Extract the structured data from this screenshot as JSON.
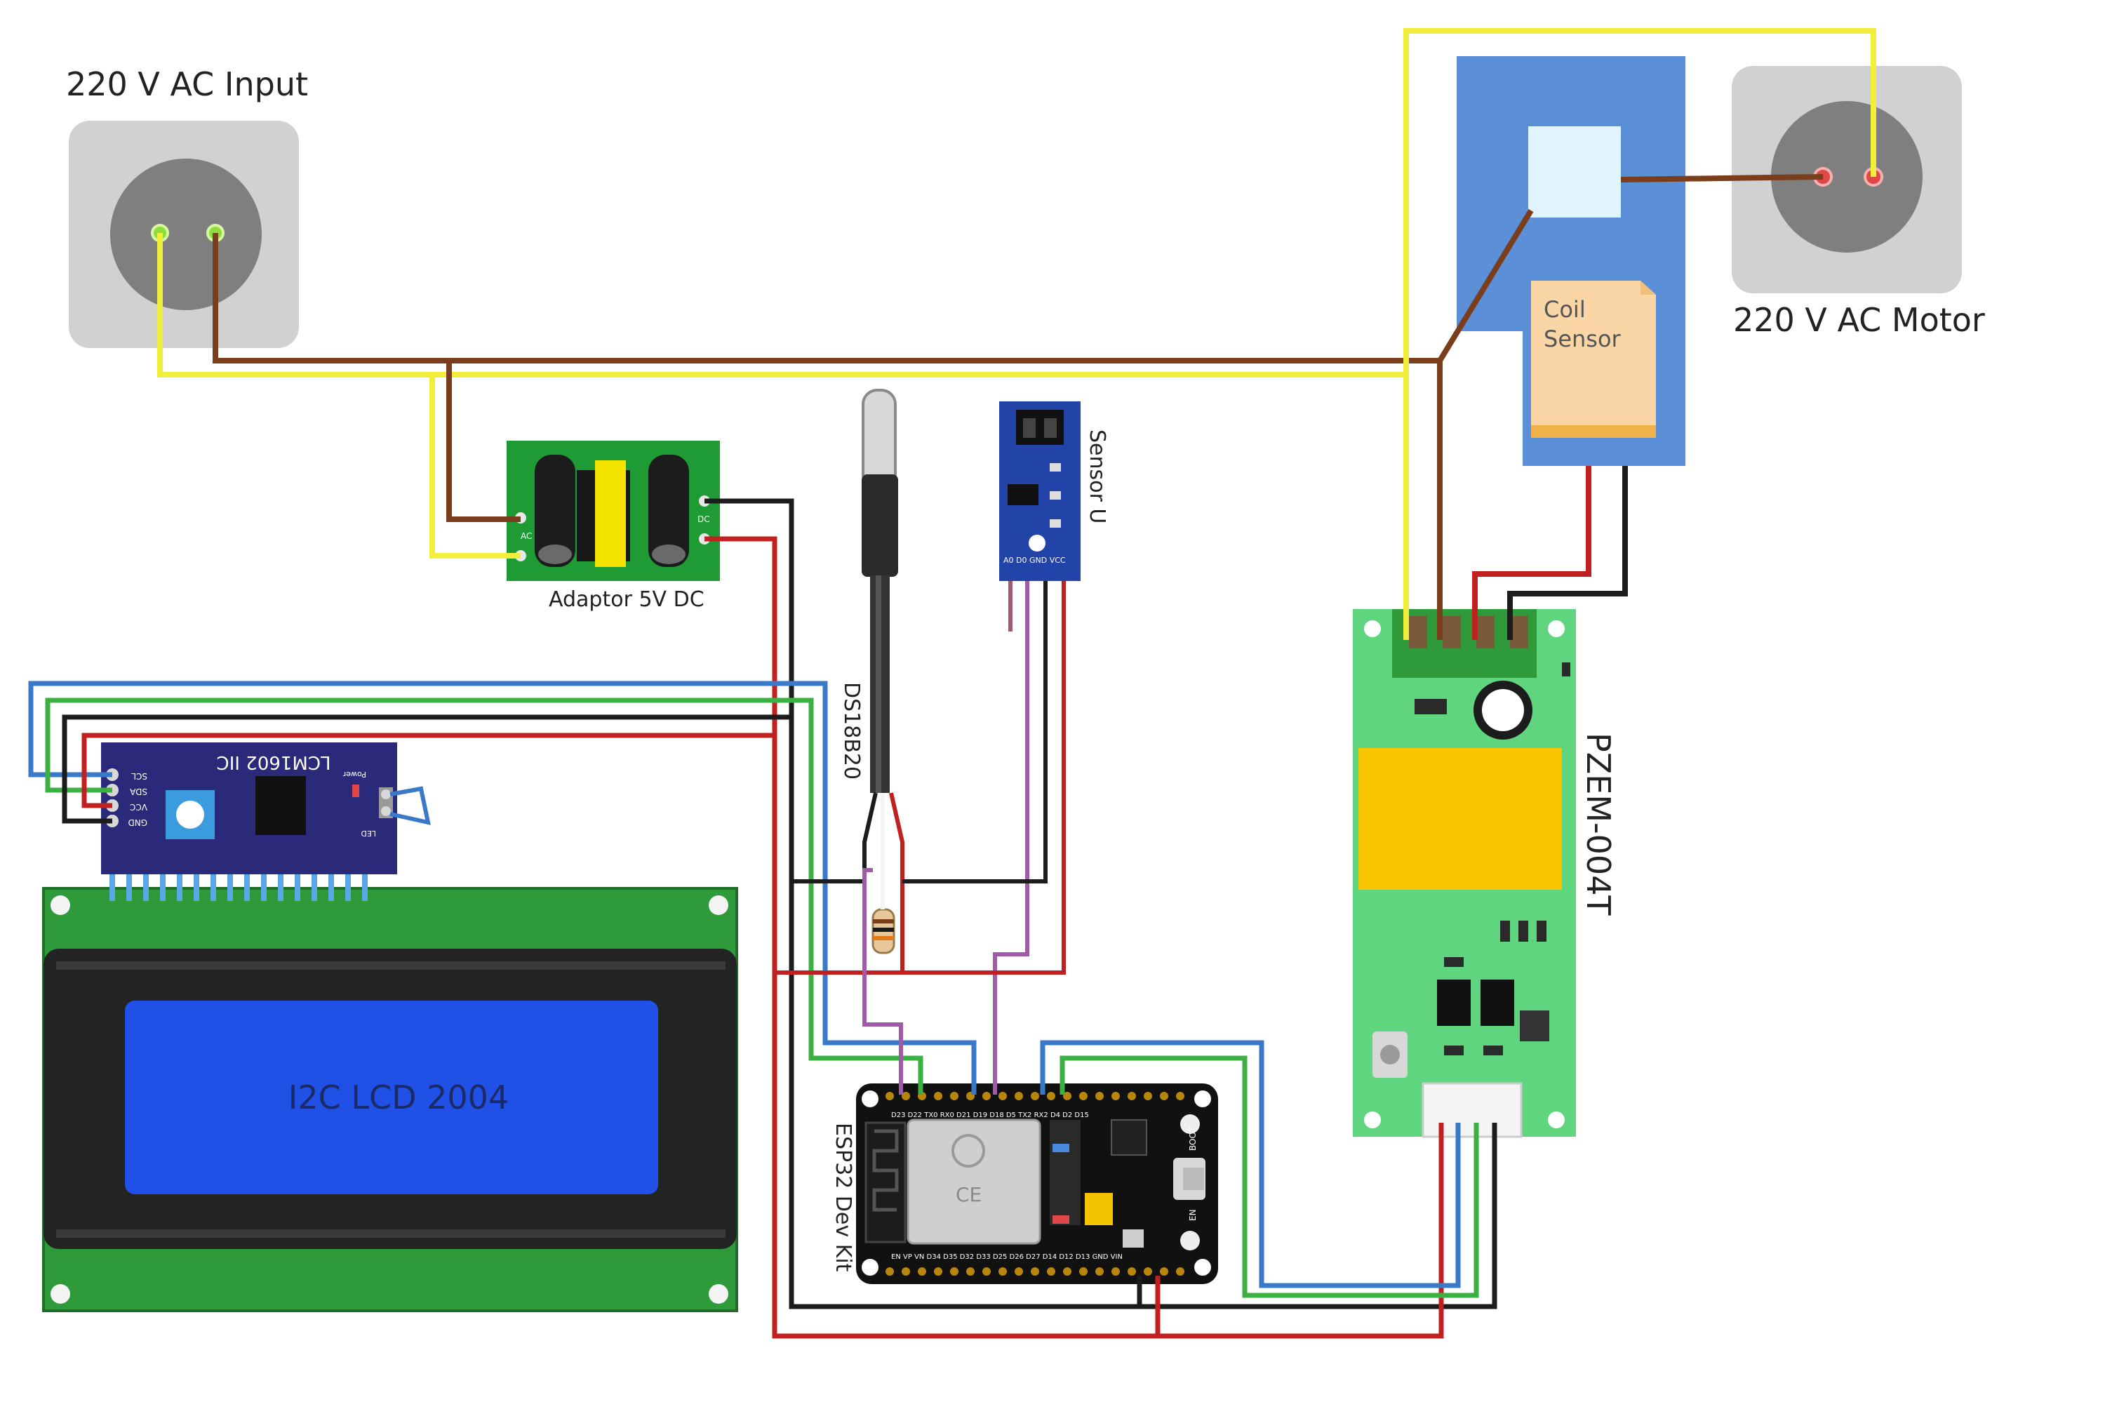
{
  "labels": {
    "ac_input": "220 V AC Input",
    "ac_motor": "220 V AC Motor",
    "coil_sensor_line1": "Coil",
    "coil_sensor_line2": "Sensor",
    "adaptor": "Adaptor 5V DC",
    "ds18b20": "DS18B20",
    "sensor_u": "Sensor U",
    "pzem": "PZEM-004T",
    "lcm": "LCM1602 IIC",
    "lcd": "I2C LCD 2004",
    "esp32": "ESP32 Dev Kit",
    "lcm_pins": [
      "GND",
      "VCC",
      "SDA",
      "SCL"
    ],
    "lcm_power": "Power",
    "lcm_led": "LED",
    "sensor_u_pins": "A0  D0  GND  VCC",
    "adaptor_ac": "AC",
    "adaptor_dc": "DC",
    "esp_boot": "BOOT",
    "esp_en": "EN",
    "esp_top_pins": "D23 D22 TX0 RX0 D21 D19 D18 D5 TX2 RX2 D4 D2 D15",
    "esp_bottom_pins": "EN VP VN D34 D35 D32 D33 D25 D26 D27 D14 D12 D13 GND VIN"
  },
  "wire_colors": {
    "brown": "#7a3e1d",
    "yellow": "#f2ee3c",
    "red": "#c0201f",
    "black": "#1c1c1c",
    "blue": "#3a78c8",
    "green": "#3cb043",
    "purple": "#a05aa8"
  },
  "component_colors": {
    "socket_plate": "#d1d1d1",
    "socket_face": "#7f7f7f",
    "pzem_board": "#5fd57f",
    "pzem_transformer": "#f7c600",
    "lcd_pcb": "#2f9a3a",
    "lcd_screen": "#2050e6",
    "lcm_board": "#2b2a7a",
    "relay_blue": "#5b8fd8",
    "adaptor_pcb": "#1e9b35",
    "esp_board": "#111111",
    "sensor_u_board": "#2243a8",
    "coil_sensor": "#fad5a5"
  }
}
